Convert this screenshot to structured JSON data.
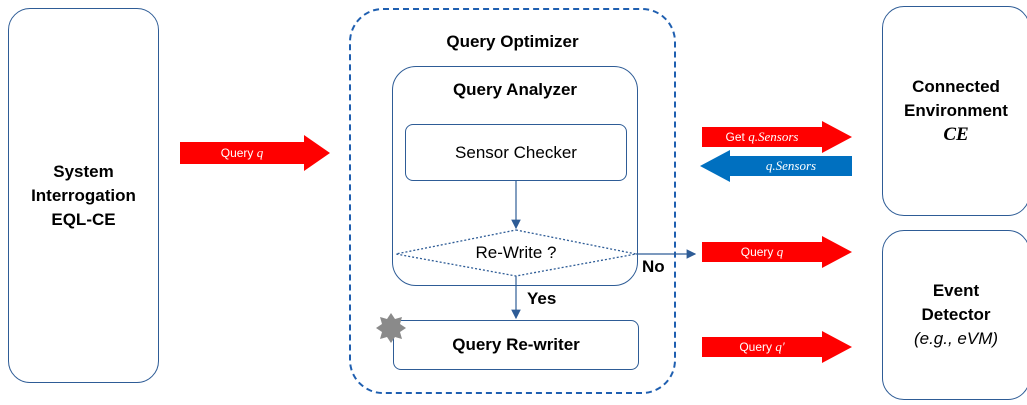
{
  "left_box": {
    "lines": [
      "System",
      "Interrogation",
      "EQL-CE"
    ]
  },
  "optimizer": {
    "title": "Query Optimizer"
  },
  "analyzer": {
    "title": "Query Analyzer"
  },
  "sensor_checker": {
    "label": "Sensor Checker"
  },
  "decision": {
    "label": "Re-Write ?",
    "no_label": "No",
    "yes_label": "Yes"
  },
  "rewriter": {
    "label": "Query Re-writer"
  },
  "connected_env": {
    "lines": [
      "Connected",
      "Environment"
    ],
    "symbol": "CE"
  },
  "event_detector": {
    "lines": [
      "Event",
      "Detector"
    ],
    "example": "(e.g., eVM)"
  },
  "arrows": {
    "query_in": {
      "prefix": "Query ",
      "var": "q"
    },
    "get_sensors": {
      "prefix": "Get ",
      "var": "q.Sensors"
    },
    "return_sensors": {
      "var": "q.Sensors"
    },
    "query_out": {
      "prefix": "Query ",
      "var": "q"
    },
    "query_rewritten": {
      "prefix": "Query ",
      "var": "q′"
    }
  },
  "colors": {
    "red_arrow": "#ff0000",
    "blue_arrow": "#0070c0",
    "box_border": "#2e5c96",
    "dashed_border": "#1f5fb0"
  }
}
